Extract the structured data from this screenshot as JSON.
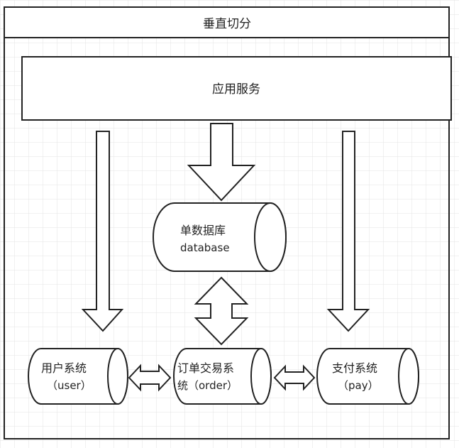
{
  "diagram": {
    "title": "垂直切分",
    "app_service": "应用服务",
    "database": {
      "line1": "单数据库",
      "line2": "database"
    },
    "systems": {
      "user": {
        "line1": "用户系统",
        "line2": "（user）"
      },
      "order": {
        "line1": "订单交易系",
        "line2": "统（order）"
      },
      "pay": {
        "line1": "支付系统",
        "line2": "（pay）"
      }
    }
  },
  "colors": {
    "stroke": "#222222",
    "grid": "#e3e3e3",
    "fill": "#ffffff"
  }
}
